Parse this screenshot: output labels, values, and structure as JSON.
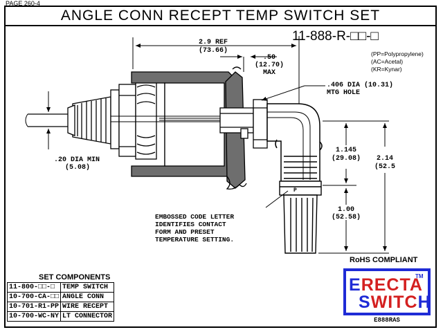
{
  "page_tag": "PAGE 260-4",
  "title": "ANGLE CONN RECEPT TEMP SWITCH SET",
  "part_number": "11-888-R-□□-□",
  "material_legend": [
    "(PP=Polypropylene)",
    "(AC=Acetal)",
    "(KR=Kynar)"
  ],
  "dimensions": {
    "ref_label": "2.9 REF",
    "ref_mm": "(73.66)",
    "max_label": ".50",
    "max_mm": "(12.70)",
    "max_word": "MAX",
    "mtg_hole_1": ".406 DIA (10.31)",
    "mtg_hole_2": "MTG HOLE",
    "dia_min_1": ".20 DIA MIN",
    "dia_min_2": "(5.08)",
    "h1": "1.145",
    "h1_mm": "(29.08)",
    "h2": "2.14",
    "h2_mm": "(52.5",
    "h3": "1.00",
    "h3_mm": "(52.58)",
    "pin_letter": "P"
  },
  "note_lines": [
    "EMBOSSED CODE LETTER",
    "IDENTIFIES CONTACT",
    "FORM AND PRESET",
    "TEMPERATURE SETTING."
  ],
  "rohs": "RoHS COMPLIANT",
  "set_components_title": "SET COMPONENTS",
  "set_components": [
    {
      "part": "11-800-□□-□",
      "desc": "TEMP SWITCH"
    },
    {
      "part": "10-700-CA-□□",
      "desc": "ANGLE CONN"
    },
    {
      "part": "10-701-R1-PP",
      "desc": "WIRE RECEPT"
    },
    {
      "part": "10-700-WC-NY",
      "desc": "LT CONNECTOR"
    }
  ],
  "logo": {
    "line1_first": "E",
    "line1_rest": "RECTA",
    "tm": "TM",
    "line2_rest": "WITC",
    "line2_first": "S",
    "line2_last": "H",
    "code": "E888RAS"
  },
  "colors": {
    "logo_blue": "#1f2bd6",
    "logo_red": "#d42020",
    "tank_wall": "#6e6e6e"
  }
}
